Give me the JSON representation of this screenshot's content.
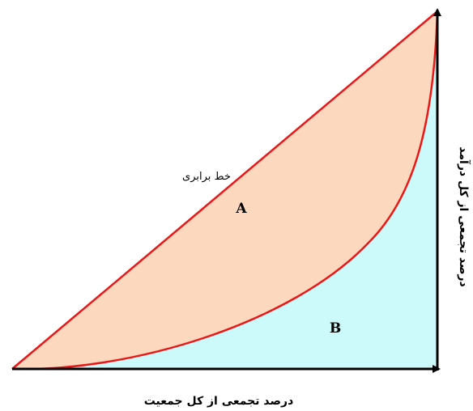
{
  "labels": {
    "equality_line": "خط برابری",
    "region_a": "A",
    "region_b": "B",
    "x_axis": "درصد تجمعی از کل جمعیت",
    "y_axis": "درصد تجمعی از کل درآمد"
  },
  "colors": {
    "region_a_fill": "#fcd8bf",
    "region_b_fill": "#ccf9f9",
    "curve_stroke": "#e81818",
    "axis_stroke": "#000000",
    "background": "#ffffff"
  }
}
